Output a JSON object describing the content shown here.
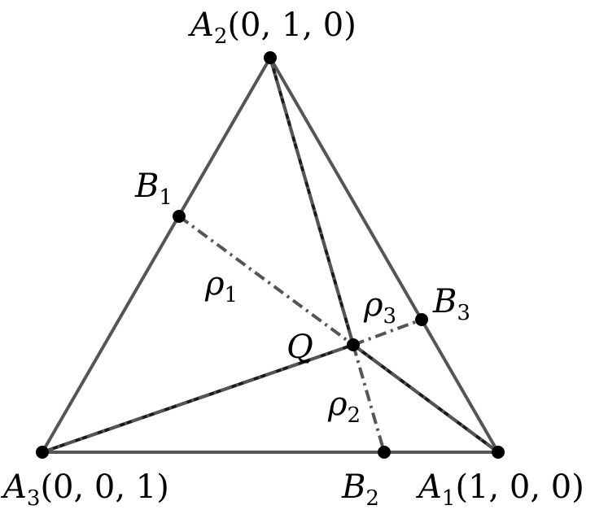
{
  "points": {
    "A1": {
      "name": "A",
      "sub": "1",
      "coords": "(1, 0, 0)"
    },
    "A2": {
      "name": "A",
      "sub": "2",
      "coords": "(0, 1, 0)"
    },
    "A3": {
      "name": "A",
      "sub": "3",
      "coords": "(0, 0, 1)"
    },
    "B1": {
      "name": "B",
      "sub": "1"
    },
    "B2": {
      "name": "B",
      "sub": "2"
    },
    "B3": {
      "name": "B",
      "sub": "3"
    },
    "Q": {
      "name": "Q"
    }
  },
  "distances": {
    "rho1": {
      "name": "ρ",
      "sub": "1"
    },
    "rho2": {
      "name": "ρ",
      "sub": "2"
    },
    "rho3": {
      "name": "ρ",
      "sub": "3"
    }
  },
  "colors": {
    "triangle": "#555555",
    "cevian": "#1a1a1a",
    "dashdot": "#555555",
    "point": "#000000"
  }
}
